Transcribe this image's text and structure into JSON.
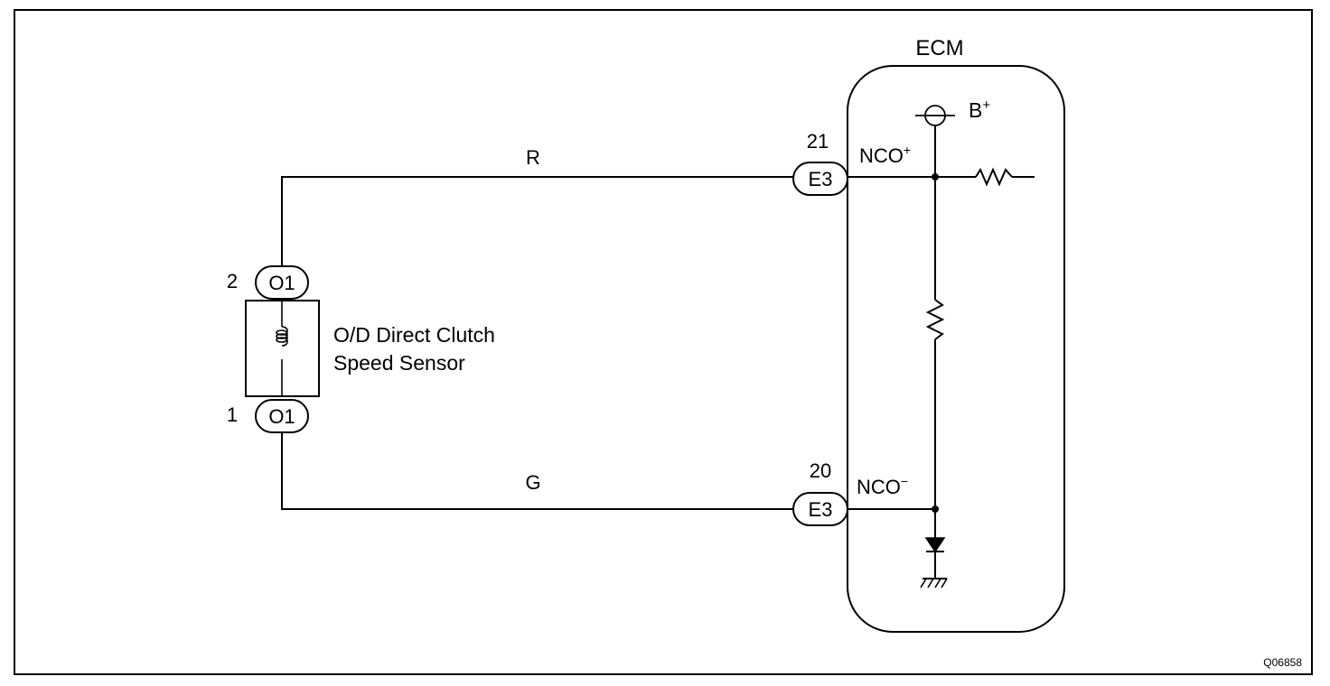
{
  "ecm": {
    "title": "ECM"
  },
  "power": {
    "label_base": "B",
    "label_sup": "+"
  },
  "sensor": {
    "name_line1": "O/D Direct Clutch",
    "name_line2": "Speed Sensor",
    "connector": "O1",
    "pin_top": "2",
    "pin_bottom": "1"
  },
  "wires": {
    "top_color": "R",
    "bottom_color": "G"
  },
  "ecm_pins": {
    "top": {
      "pin": "21",
      "connector": "E3",
      "terminal_base": "NCO",
      "terminal_sup": "+"
    },
    "bottom": {
      "pin": "20",
      "connector": "E3",
      "terminal_base": "NCO",
      "terminal_sup": "−"
    }
  },
  "figure_id": "Q06858"
}
